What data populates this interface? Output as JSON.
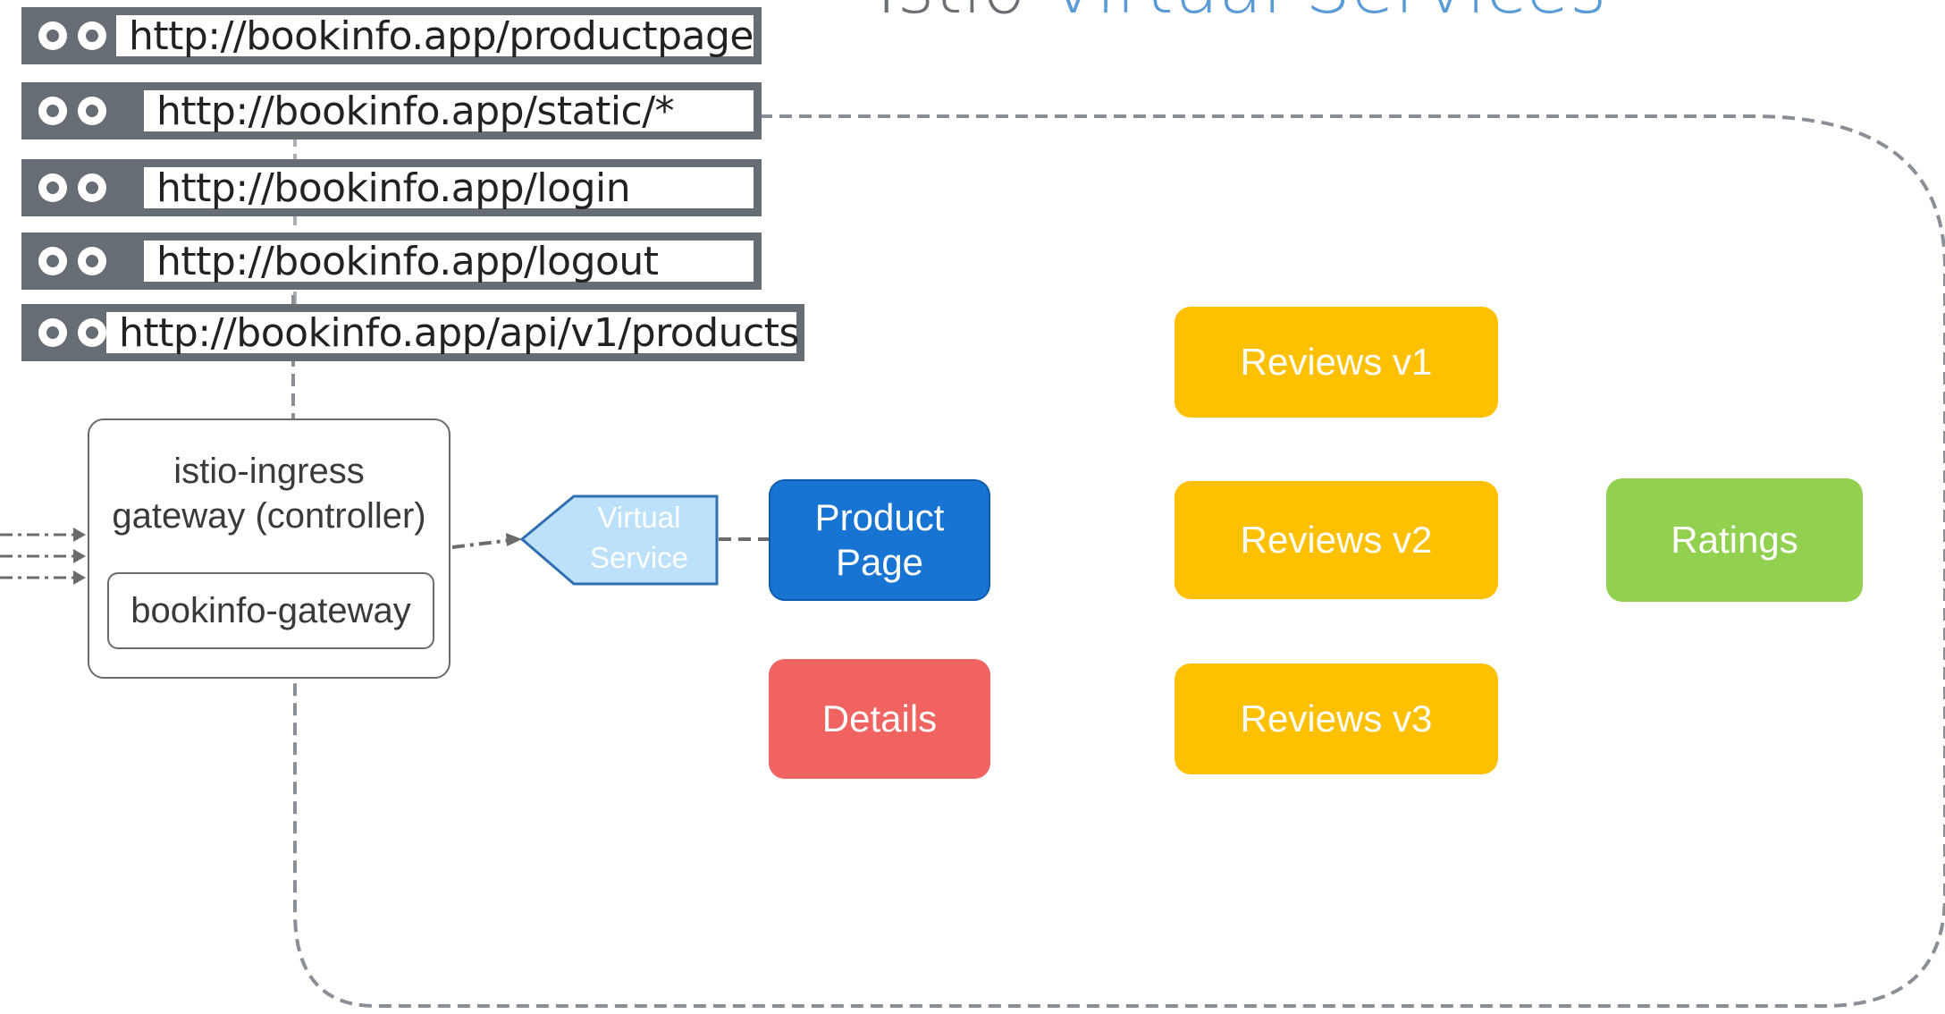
{
  "title": {
    "prefix": "Istio",
    "accent": "Virtual Services"
  },
  "urls": [
    "http://bookinfo.app/productpage",
    "http://bookinfo.app/static/*",
    "http://bookinfo.app/login",
    "http://bookinfo.app/logout",
    "http://bookinfo.app/api/v1/products"
  ],
  "gateway": {
    "title_line1": "istio-ingress",
    "title_line2": "gateway (controller)",
    "inner_label": "bookinfo-gateway"
  },
  "virtual_service": {
    "line1": "Virtual",
    "line2": "Service"
  },
  "services": {
    "product_page_line1": "Product",
    "product_page_line2": "Page",
    "details": "Details",
    "reviews_v1": "Reviews v1",
    "reviews_v2": "Reviews v2",
    "reviews_v3": "Reviews v3",
    "ratings": "Ratings"
  },
  "colors": {
    "url_frame": "#676d74",
    "product_page": "#1874d2",
    "details": "#f06361",
    "reviews": "#ffc000",
    "ratings": "#92d050",
    "virtual_service": "#bde0fb",
    "title_accent": "#5b9bd5"
  }
}
